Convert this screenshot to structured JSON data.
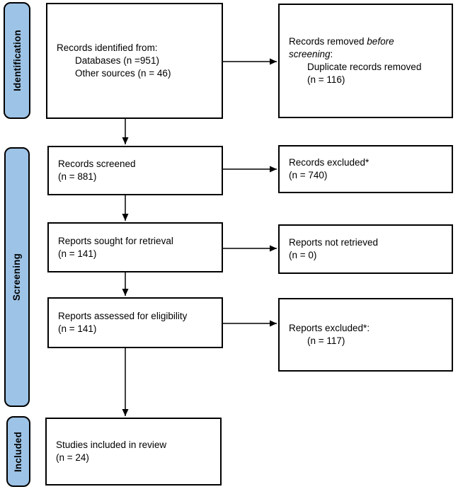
{
  "palette": {
    "stage_fill": "#9DC3E6",
    "line_color": "#000000",
    "box_background": "#FFFFFF",
    "text_color": "#000000"
  },
  "stages": [
    {
      "id": "identification",
      "label": "Identification"
    },
    {
      "id": "screening",
      "label": "Screening"
    },
    {
      "id": "included",
      "label": "Included"
    }
  ],
  "boxes": [
    {
      "id": "records-identified",
      "lines": [
        {
          "indent": false,
          "segments": [
            {
              "text": "Records identified from:"
            }
          ]
        },
        {
          "indent": true,
          "segments": [
            {
              "text": "Databases (n =951)"
            }
          ]
        },
        {
          "indent": true,
          "segments": [
            {
              "text": "Other sources (n = 46)"
            }
          ]
        }
      ]
    },
    {
      "id": "records-removed-before-screening",
      "lines": [
        {
          "indent": false,
          "segments": [
            {
              "text": "Records removed "
            },
            {
              "text": "before",
              "italic": true
            }
          ]
        },
        {
          "indent": false,
          "segments": [
            {
              "text": "screening",
              "italic": true
            },
            {
              "text": ":"
            }
          ]
        },
        {
          "indent": true,
          "segments": [
            {
              "text": "Duplicate records removed"
            }
          ]
        },
        {
          "indent": true,
          "segments": [
            {
              "text": "(n = 116)"
            }
          ]
        }
      ]
    },
    {
      "id": "records-screened",
      "lines": [
        {
          "indent": false,
          "segments": [
            {
              "text": "Records screened"
            }
          ]
        },
        {
          "indent": false,
          "segments": [
            {
              "text": "(n = 881)"
            }
          ]
        }
      ]
    },
    {
      "id": "records-excluded",
      "lines": [
        {
          "indent": false,
          "segments": [
            {
              "text": "Records excluded*"
            }
          ]
        },
        {
          "indent": false,
          "segments": [
            {
              "text": "(n = 740)"
            }
          ]
        }
      ]
    },
    {
      "id": "reports-sought",
      "lines": [
        {
          "indent": false,
          "segments": [
            {
              "text": "Reports sought for retrieval"
            }
          ]
        },
        {
          "indent": false,
          "segments": [
            {
              "text": "(n = 141)"
            }
          ]
        }
      ]
    },
    {
      "id": "reports-not-retrieved",
      "lines": [
        {
          "indent": false,
          "segments": [
            {
              "text": "Reports not retrieved"
            }
          ]
        },
        {
          "indent": false,
          "segments": [
            {
              "text": "(n = 0)"
            }
          ]
        }
      ]
    },
    {
      "id": "reports-assessed",
      "lines": [
        {
          "indent": false,
          "segments": [
            {
              "text": "Reports assessed for eligibility"
            }
          ]
        },
        {
          "indent": false,
          "segments": [
            {
              "text": "(n = 141)"
            }
          ]
        }
      ]
    },
    {
      "id": "reports-excluded",
      "lines": [
        {
          "indent": false,
          "segments": [
            {
              "text": "Reports excluded*:"
            }
          ]
        },
        {
          "indent": true,
          "segments": [
            {
              "text": "(n = 117)"
            }
          ]
        }
      ]
    },
    {
      "id": "studies-included",
      "lines": [
        {
          "indent": false,
          "segments": [
            {
              "text": "Studies included in review"
            }
          ]
        },
        {
          "indent": false,
          "segments": [
            {
              "text": "(n = 24)"
            }
          ]
        }
      ]
    }
  ]
}
